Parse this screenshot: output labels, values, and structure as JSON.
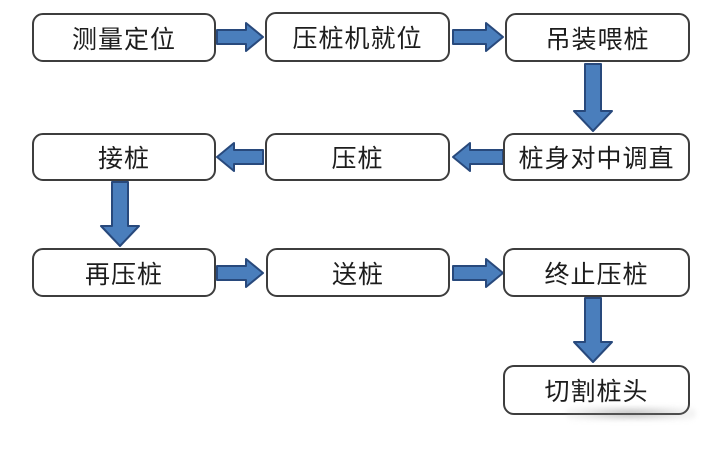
{
  "diagram": {
    "type": "flowchart",
    "language": "zh-CN",
    "nodes": [
      {
        "id": "measure-position",
        "label": "测量定位"
      },
      {
        "id": "press-machine-in-place",
        "label": "压桩机就位"
      },
      {
        "id": "hoist-feed-pile",
        "label": "吊装喂桩"
      },
      {
        "id": "pile-align-straighten",
        "label": "桩身对中调直"
      },
      {
        "id": "press-pile",
        "label": "压桩"
      },
      {
        "id": "splice-pile",
        "label": "接桩"
      },
      {
        "id": "re-press-pile",
        "label": "再压桩"
      },
      {
        "id": "send-pile",
        "label": "送桩"
      },
      {
        "id": "stop-press-pile",
        "label": "终止压桩"
      },
      {
        "id": "cut-pile-head",
        "label": "切割桩头"
      }
    ],
    "edges": [
      {
        "from": "测量定位",
        "to": "压桩机就位",
        "direction": "right"
      },
      {
        "from": "压桩机就位",
        "to": "吊装喂桩",
        "direction": "right"
      },
      {
        "from": "吊装喂桩",
        "to": "桩身对中调直",
        "direction": "down"
      },
      {
        "from": "桩身对中调直",
        "to": "压桩",
        "direction": "left"
      },
      {
        "from": "压桩",
        "to": "接桩",
        "direction": "left"
      },
      {
        "from": "接桩",
        "to": "再压桩",
        "direction": "down"
      },
      {
        "from": "再压桩",
        "to": "送桩",
        "direction": "right"
      },
      {
        "from": "送桩",
        "to": "终止压桩",
        "direction": "right"
      },
      {
        "from": "终止压桩",
        "to": "切割桩头",
        "direction": "down"
      }
    ],
    "colors": {
      "arrow_fill": "#4a7ebc",
      "arrow_stroke": "#28497c",
      "box_border": "#3d3d3d",
      "box_fill": "#ffffff",
      "text": "#1d1d1d",
      "background": "#ffffff"
    }
  }
}
